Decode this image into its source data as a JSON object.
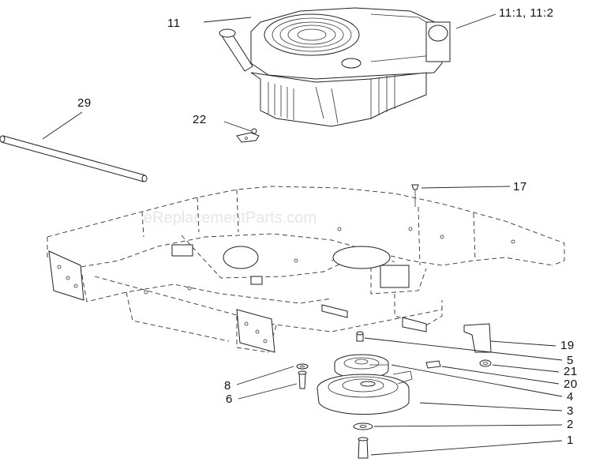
{
  "watermark": "eReplacementParts.com",
  "callouts": {
    "c11": "11",
    "c11_1_2": "11:1, 11:2",
    "c29": "29",
    "c22": "22",
    "c17": "17",
    "c19": "19",
    "c5": "5",
    "c21": "21",
    "c20": "20",
    "c4": "4",
    "c3": "3",
    "c2": "2",
    "c1": "1",
    "c8": "8",
    "c6": "6"
  },
  "colors": {
    "line": "#222222",
    "watermark": "#e6e6e6",
    "background": "#ffffff"
  }
}
